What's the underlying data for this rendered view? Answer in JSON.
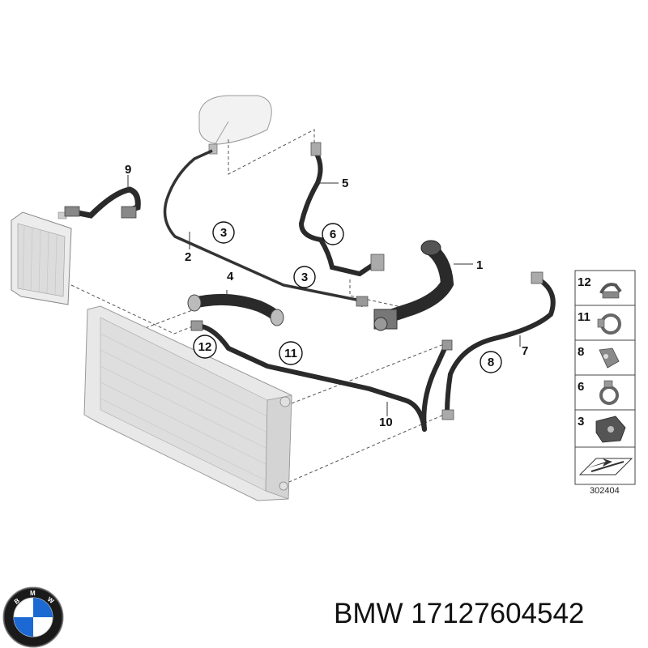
{
  "callouts": {
    "c1": "1",
    "c2": "2",
    "c3a": "3",
    "c3b": "3",
    "c4": "4",
    "c5": "5",
    "c6": "6",
    "c7": "7",
    "c8": "8",
    "c9": "9",
    "c10": "10",
    "c11": "11",
    "c12": "12"
  },
  "legend": {
    "items": [
      "12",
      "11",
      "8",
      "6",
      "3"
    ],
    "diagram_id": "302404"
  },
  "brand": {
    "name": "BMW",
    "part_number": "17127604542",
    "logo_letters": "BMW"
  },
  "colors": {
    "hose": "#2a2a2a",
    "line": "#444444",
    "radiator": "#e4e4e4",
    "bmw_blue": "#1c69d4"
  }
}
